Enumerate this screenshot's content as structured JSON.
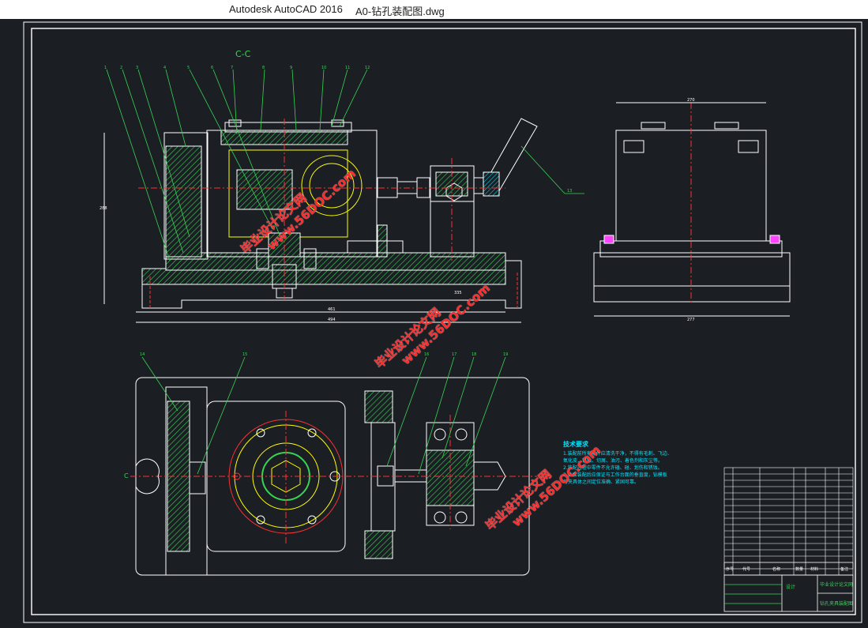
{
  "window": {
    "app_title": "Autodesk AutoCAD 2016",
    "file_title": "A0-钻孔装配图.dwg"
  },
  "drawing": {
    "section_label": "C-C",
    "section_mark": "C",
    "dim_total_length": "494",
    "dim_inner_length": "461",
    "dim_side_width": "277",
    "dim_side_top": "270",
    "dim_height": "288",
    "dim_bottom": "335",
    "leader_right": "13",
    "balloons_top": [
      "1",
      "2",
      "3",
      "4",
      "5",
      "6",
      "7",
      "8",
      "9",
      "10",
      "11",
      "12"
    ],
    "balloons_bottom": [
      "14",
      "15",
      "16",
      "17",
      "18",
      "19"
    ]
  },
  "tech_notes": {
    "title": "技术要求",
    "lines": [
      "1.装配前所有零件应清洗干净，不得有毛刺、飞边、",
      "氧化皮、锈蚀、切屑、油污、着色剂和灰尘等。",
      "2.装配过程中零件不允许磕、碰、划伤和锈蚀。",
      "3.钻套装配后应保证与工作台面的垂直度，钻模板",
      "与夹具体之间定位准确、紧固可靠。"
    ]
  },
  "title_block": {
    "company": "毕业设计论文网",
    "drawing_name": "钻孔夹具装配图",
    "header_cols": [
      "序号",
      "代号",
      "名称",
      "数量",
      "材料",
      "备注"
    ],
    "designer_label": "设计"
  },
  "watermark": {
    "cn": "毕业设计论文网",
    "en": "www.56DOC.com"
  },
  "colors": {
    "background": "#1b1f24",
    "line_white": "#ffffff",
    "line_yellow": "#ffff00",
    "line_green": "#39d353",
    "line_red": "#ff3030",
    "line_cyan": "#00e5ff",
    "watermark": "#ff2a2a"
  }
}
